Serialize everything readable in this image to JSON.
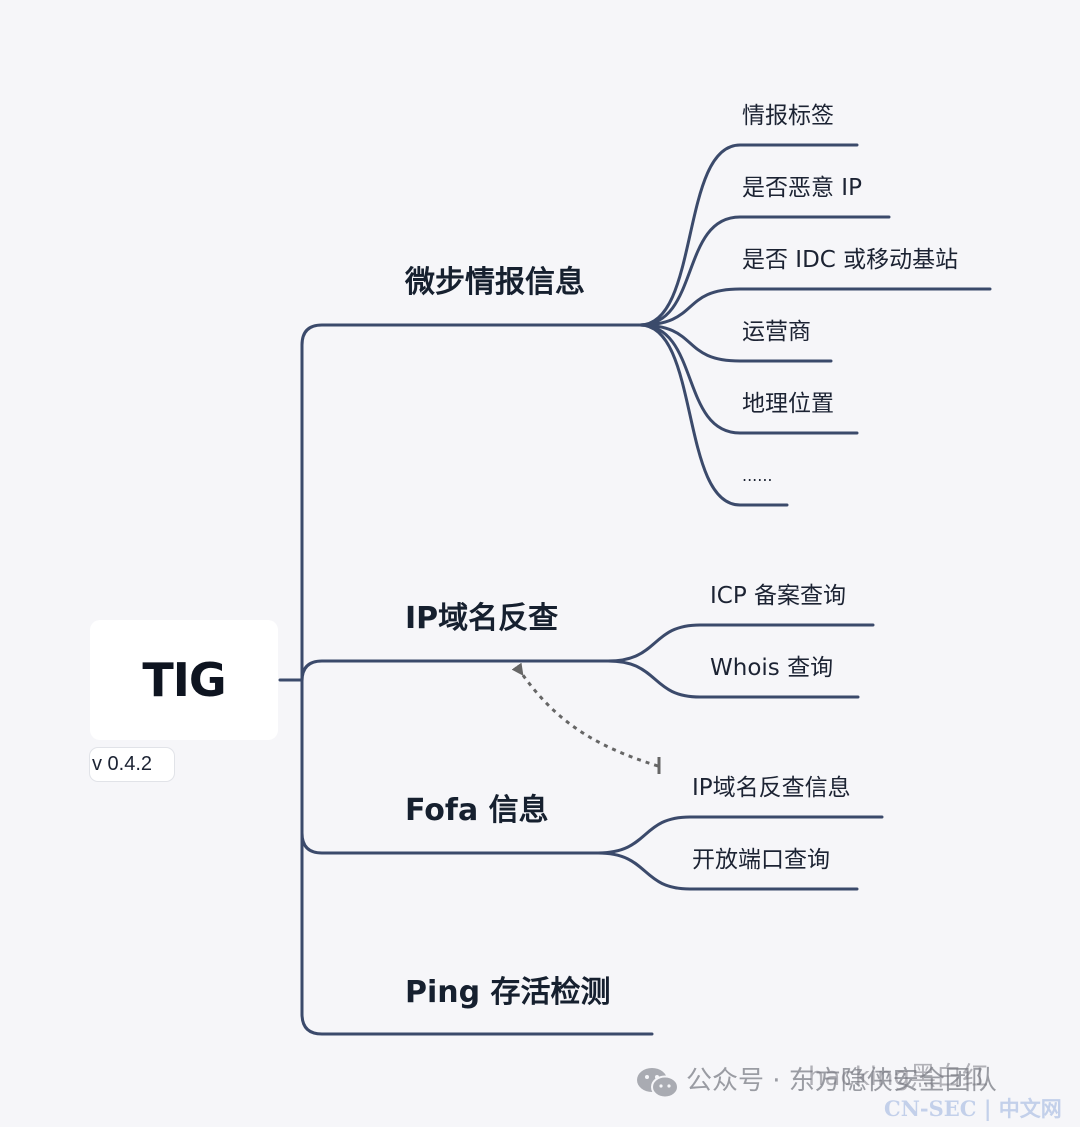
{
  "root": {
    "title": "TIG",
    "version": "v 0.4.2"
  },
  "branches": [
    {
      "label": "微步情报信息",
      "children": [
        "情报标签",
        "是否恶意 IP",
        "是否 IDC 或移动基站",
        "运营商",
        "地理位置",
        "......"
      ]
    },
    {
      "label": "IP域名反查",
      "children": [
        "ICP 备案查询",
        "Whois 查询"
      ]
    },
    {
      "label": "Fofa 信息",
      "children": [
        "IP域名反查信息",
        "开放端口查询"
      ]
    },
    {
      "label": "Ping 存活检测",
      "children": []
    }
  ],
  "colors": {
    "line": "#3b4a6b",
    "dashed_arrow": "#666666",
    "background": "#f6f6f9"
  },
  "watermark": {
    "wechat_icon": "wechat-icon",
    "account": "公众号 · 东方隐侠安全团队",
    "overlay": "hacking黑白红",
    "site": "CN-SEC | 中文网"
  }
}
